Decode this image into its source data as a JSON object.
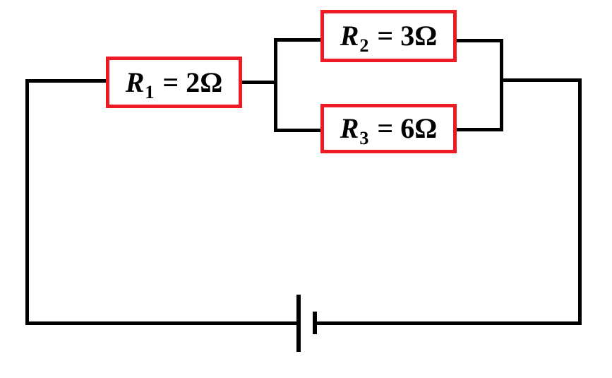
{
  "diagram": {
    "title": "series-parallel resistor circuit with battery",
    "background_color": "#ffffff",
    "wire_color": "#000000",
    "resistor_border_color": "#ED1C24",
    "resistors": [
      {
        "id": "R1",
        "symbol": "R",
        "subscript": "1",
        "equals": "=",
        "value": "2Ω",
        "full_label": "R1 = 2Ω"
      },
      {
        "id": "R2",
        "symbol": "R",
        "subscript": "2",
        "equals": "=",
        "value": "3Ω",
        "full_label": "R2 = 3Ω"
      },
      {
        "id": "R3",
        "symbol": "R",
        "subscript": "3",
        "equals": "=",
        "value": "6Ω",
        "full_label": "R3 = 6Ω"
      }
    ],
    "battery": {
      "type": "single-cell",
      "long_plate": "positive-terminal",
      "short_plate": "negative-terminal"
    }
  }
}
